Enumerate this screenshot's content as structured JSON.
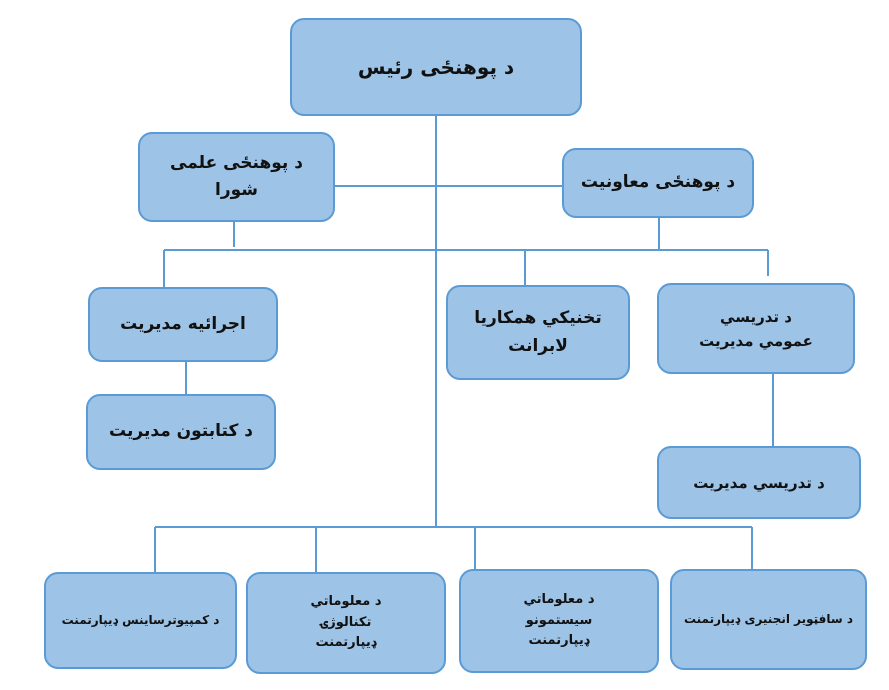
{
  "colors": {
    "box_fill": "#9dc3e6",
    "box_border": "#5b9bd5",
    "connector": "#5b9bd5"
  },
  "nodes": {
    "dean": "د پوهنځی رئیس",
    "academic_council": "د پوهنځی علمی شورا",
    "deputy": "د پوهنځی معاونیت",
    "admin": "اجرائیه مدیریت",
    "tech_lab": "تخنیکي همکاریا لابرانت",
    "general_teaching": "د تدریسي عمومي مدیریت",
    "library": "د کتابتون مدیریت",
    "teaching": "د تدریسي مدیریت",
    "dept_cs": "د کمپیوترساینس ډیپارتمنت",
    "dept_it": "د معلوماتي تکنالوژۍ ډیپارتمنت",
    "dept_is": "د معلوماتي سیستمونو ډیپارتمنت",
    "dept_se": "د سافټویر انجنیری ډیپارتمنت"
  }
}
